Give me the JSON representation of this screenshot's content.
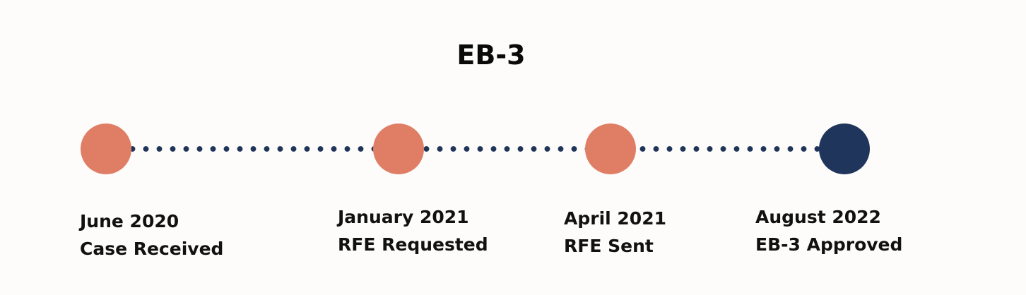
{
  "title": "EB-3",
  "colors": {
    "background": "#FDFCFA",
    "completed": "#E07E65",
    "final": "#1F355C",
    "connector": "#1E3559"
  },
  "milestones": [
    {
      "date": "June 2020",
      "event": "Case Received",
      "status": "completed",
      "color": "#E07E65"
    },
    {
      "date": "January 2021",
      "event": "RFE Requested",
      "status": "completed",
      "color": "#E07E65"
    },
    {
      "date": "April 2021",
      "event": "RFE Sent",
      "status": "completed",
      "color": "#E07E65"
    },
    {
      "date": "August 2022",
      "event": "EB-3 Approved",
      "status": "final",
      "color": "#1F355C"
    }
  ]
}
